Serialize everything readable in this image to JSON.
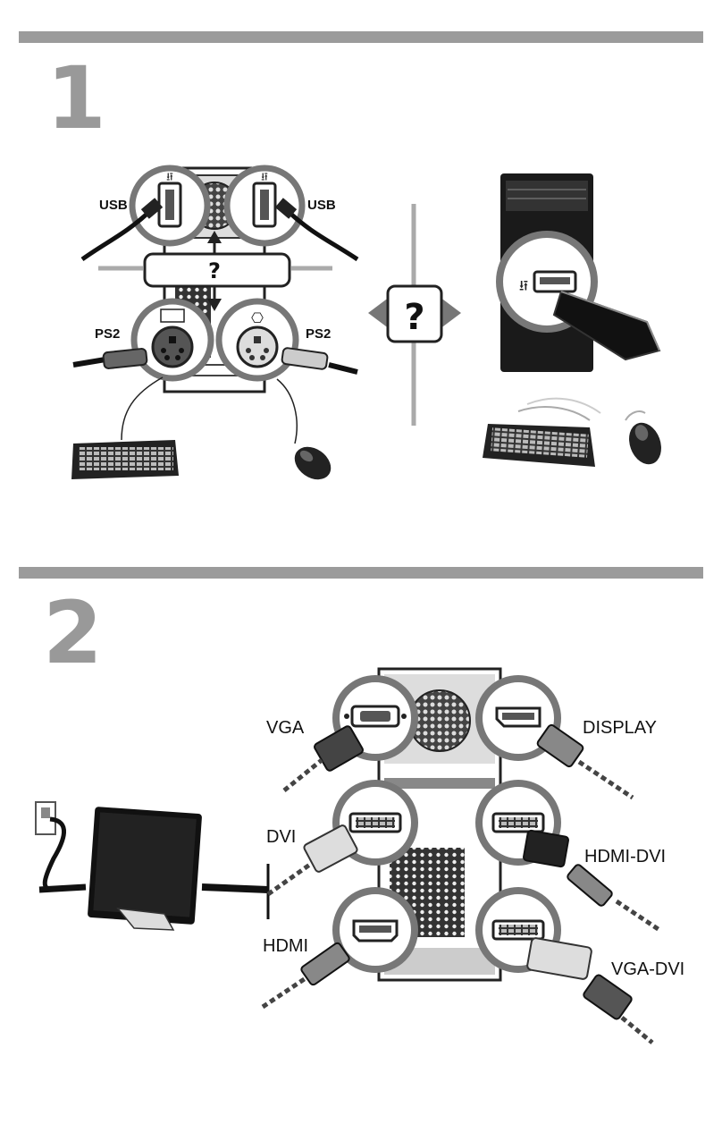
{
  "step1": {
    "number": "1",
    "labels": {
      "usb_left": "USB",
      "usb_right": "USB",
      "ps2_left": "PS2",
      "ps2_right": "PS2",
      "question_top": "?",
      "question_center": "?"
    }
  },
  "step2": {
    "number": "2",
    "labels": {
      "vga": "VGA",
      "display": "DISPLAY",
      "dvi": "DVI",
      "hdmi_dvi": "HDMI-DVI",
      "hdmi": "HDMI",
      "vga_dvi": "VGA-DVI"
    }
  },
  "colors": {
    "section_bar": "#9b9b9b",
    "step_number": "#999999",
    "circle_ring": "#777777",
    "tower": "#222222"
  }
}
